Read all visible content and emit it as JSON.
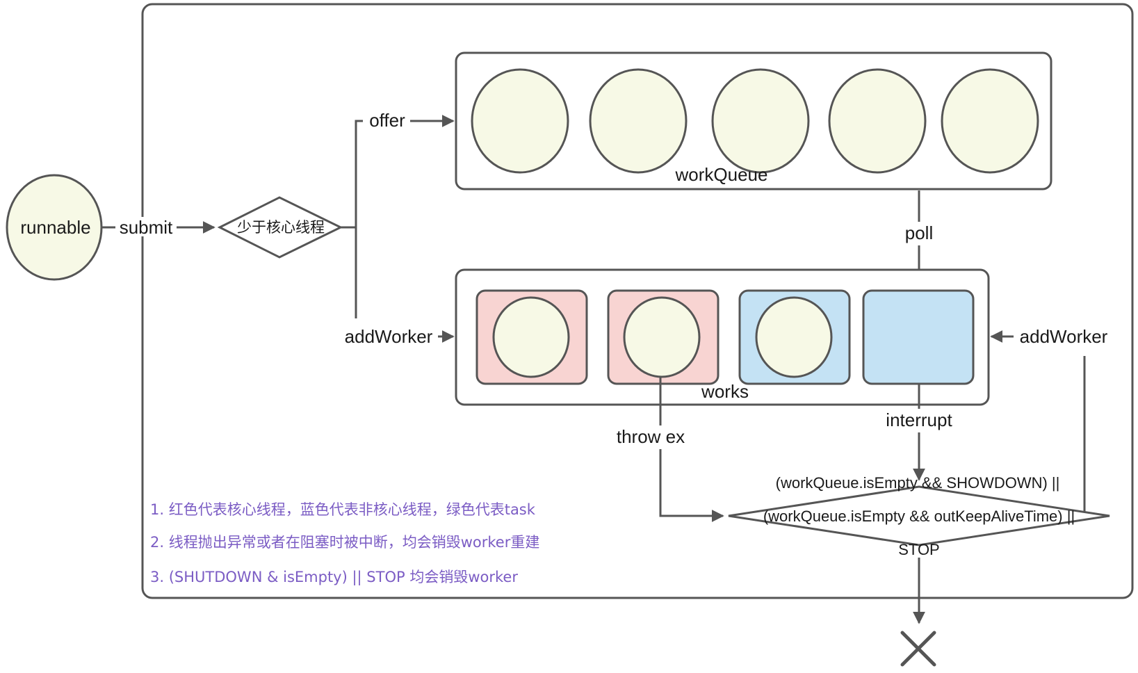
{
  "nodes": {
    "runnable": "runnable",
    "decision": "少于核心线程",
    "work_queue": "workQueue",
    "works": "works",
    "stop_condition": {
      "line1": "(workQueue.isEmpty && SHOWDOWN) ||",
      "line2": "(workQueue.isEmpty && outKeepAliveTime) ||",
      "line3": "STOP"
    }
  },
  "edges": {
    "submit": "submit",
    "offer": "offer",
    "add_worker_left": "addWorker",
    "add_worker_right": "addWorker",
    "poll": "poll",
    "interrupt": "interrupt",
    "throw_ex": "throw ex"
  },
  "notes": [
    "1. 红色代表核心线程，蓝色代表非核心线程，绿色代表task",
    "2. 线程抛出异常或者在阻塞时被中断，均会销毁worker重建",
    "3. (SHUTDOWN & isEmpty) || STOP 均会销毁worker"
  ],
  "colors": {
    "task_fill": "#f7f9e6",
    "core_thread": "#f8d4d2",
    "non_core_thread": "#c4e2f4",
    "stroke": "#555555",
    "note_text": "#7b5cc4"
  },
  "icons": {
    "terminal": "x-mark-icon"
  }
}
